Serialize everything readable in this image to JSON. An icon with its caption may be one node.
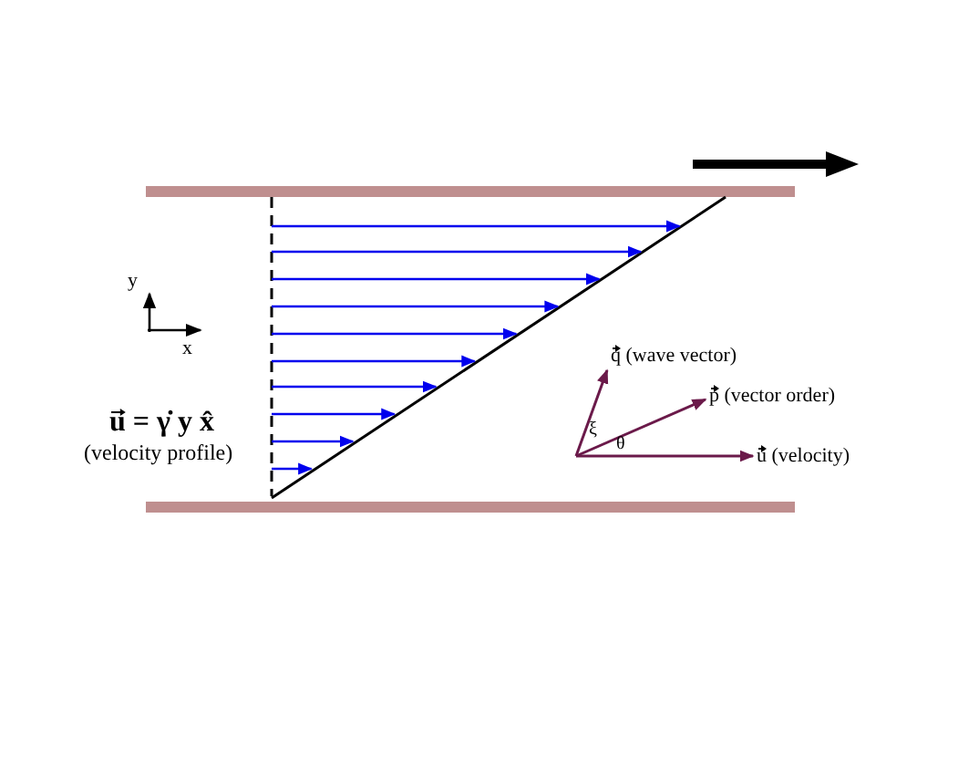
{
  "diagram": {
    "labels": [
      "y",
      "x",
      "u = γ̇ y x̂",
      "(velocity profile)",
      "q (wave vector)",
      "p (vector order)",
      "u (velocity)",
      "ξ",
      "θ"
    ]
  }
}
